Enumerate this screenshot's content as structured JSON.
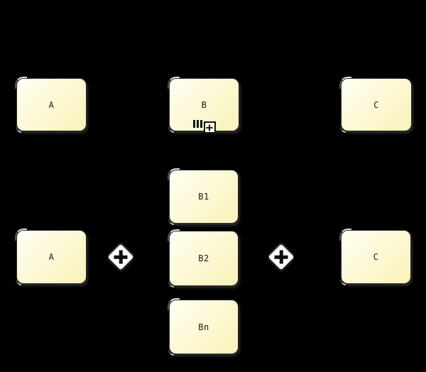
{
  "colors": {
    "background": "#000000",
    "task_fill_light": "#fffef4",
    "task_fill_dark": "#f9f2b8",
    "task_border": "#2b2b2b",
    "gateway_fill": "#fdfdfd",
    "symbol_black": "#141414"
  },
  "top_row": {
    "task_a": {
      "label": "A"
    },
    "task_b": {
      "label": "B",
      "marker_icons": [
        "sequential-multi-instance-icon",
        "collapsed-subprocess-plus-icon"
      ]
    },
    "task_c": {
      "label": "C"
    }
  },
  "expanded_row": {
    "task_a": {
      "label": "A"
    },
    "gateway_split": {
      "icon": "parallel-gateway-plus-icon"
    },
    "task_b1": {
      "label": "B1"
    },
    "task_b2": {
      "label": "B2"
    },
    "task_bn": {
      "label": "Bn"
    },
    "gateway_join": {
      "icon": "parallel-gateway-plus-icon"
    },
    "task_c": {
      "label": "C"
    }
  }
}
